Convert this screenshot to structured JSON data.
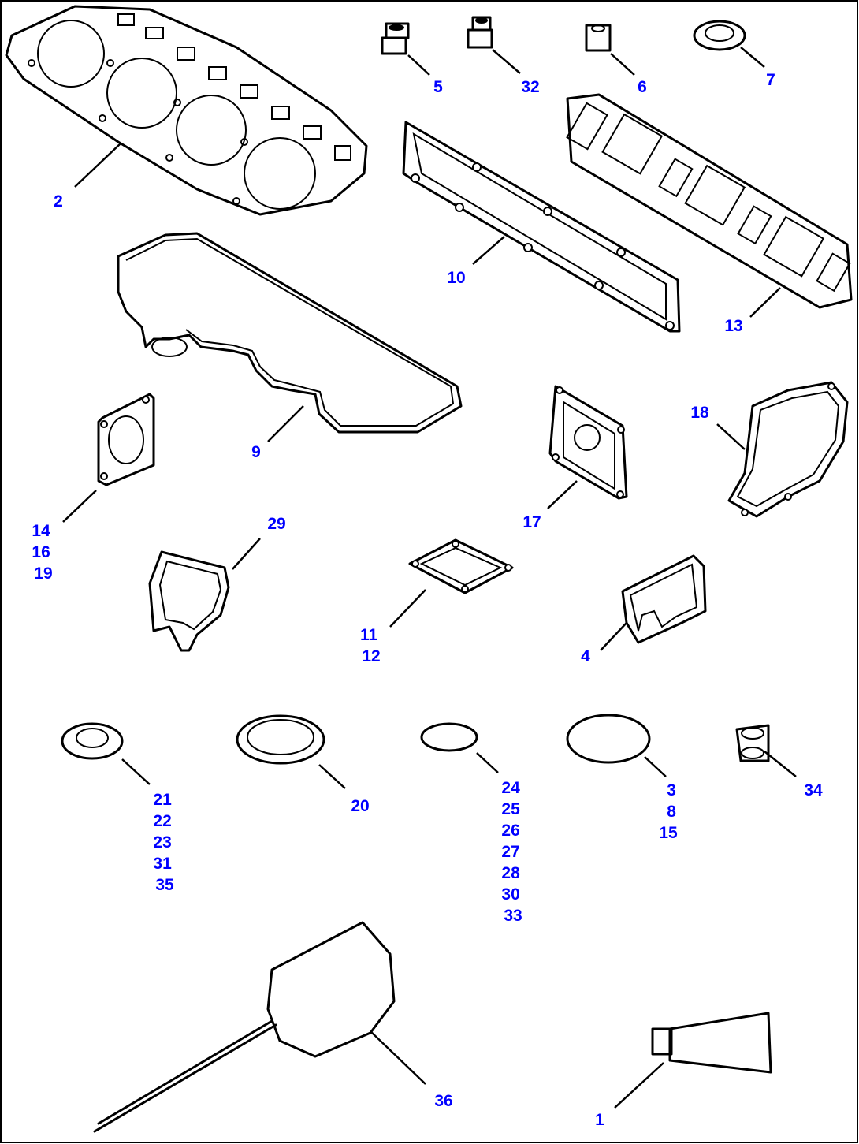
{
  "callouts": [
    {
      "id": "c2",
      "lines": [
        "2"
      ]
    },
    {
      "id": "c5",
      "lines": [
        "5"
      ]
    },
    {
      "id": "c32",
      "lines": [
        "32"
      ]
    },
    {
      "id": "c6",
      "lines": [
        "6"
      ]
    },
    {
      "id": "c7",
      "lines": [
        "7"
      ]
    },
    {
      "id": "c10",
      "lines": [
        "10"
      ]
    },
    {
      "id": "c13",
      "lines": [
        "13"
      ]
    },
    {
      "id": "c9",
      "lines": [
        "9"
      ]
    },
    {
      "id": "c14",
      "lines": [
        "14",
        "16",
        "19"
      ]
    },
    {
      "id": "c17",
      "lines": [
        "17"
      ]
    },
    {
      "id": "c18",
      "lines": [
        "18"
      ]
    },
    {
      "id": "c29",
      "lines": [
        "29"
      ]
    },
    {
      "id": "c11",
      "lines": [
        "11",
        "12"
      ]
    },
    {
      "id": "c4",
      "lines": [
        "4"
      ]
    },
    {
      "id": "c21",
      "lines": [
        "21",
        "22",
        "23",
        "31",
        "35"
      ]
    },
    {
      "id": "c20",
      "lines": [
        "20"
      ]
    },
    {
      "id": "c24",
      "lines": [
        "24",
        "25",
        "26",
        "27",
        "28",
        "30",
        "33"
      ]
    },
    {
      "id": "c3",
      "lines": [
        "3",
        "8",
        "15"
      ]
    },
    {
      "id": "c34",
      "lines": [
        "34"
      ]
    },
    {
      "id": "c36",
      "lines": [
        "36"
      ]
    },
    {
      "id": "c1",
      "lines": [
        "1"
      ]
    }
  ],
  "colors": {
    "callout": "#0000ff",
    "linework": "#000000",
    "background": "#ffffff"
  }
}
